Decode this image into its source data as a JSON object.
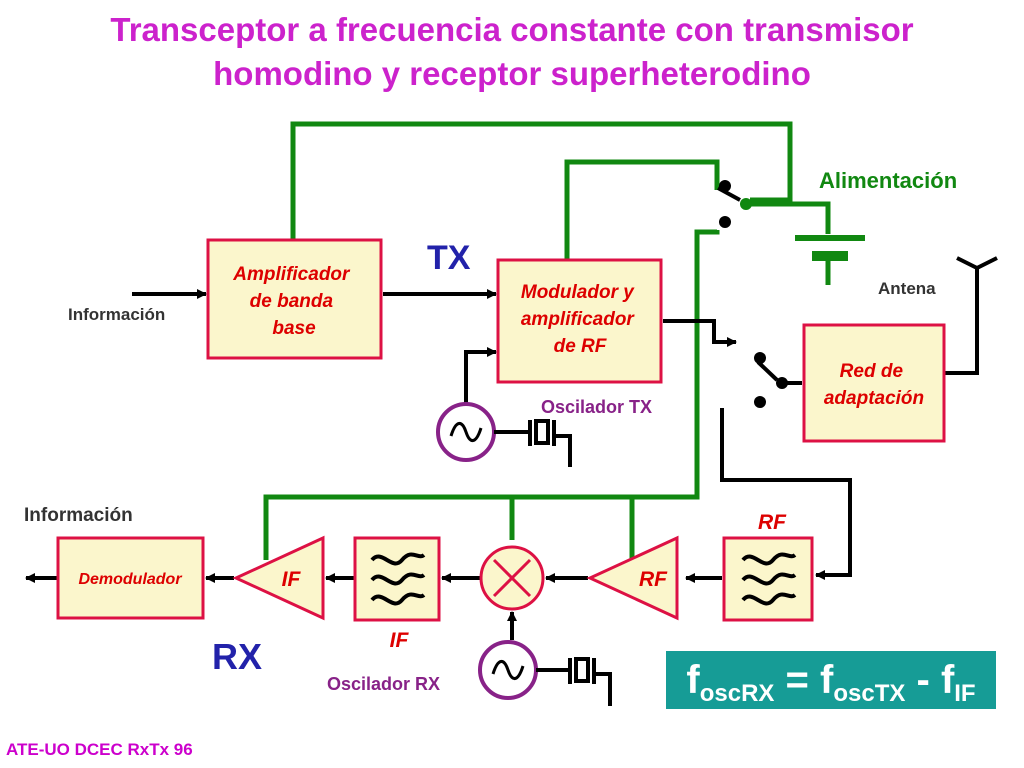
{
  "title": {
    "line1": "Transceptor a frecuencia constante con transmisor",
    "line2": "homodino y receptor superheterodino"
  },
  "tx": {
    "section_label": "TX",
    "input_label": "Información",
    "baseband_amp": [
      "Amplificador",
      "de banda",
      "base"
    ],
    "modulator": [
      "Modulador y",
      "amplificador",
      "de RF"
    ],
    "oscillator_label": "Oscilador TX"
  },
  "power_label": "Alimentación",
  "antenna_label": "Antena",
  "matching_network": [
    "Red de",
    "adaptación"
  ],
  "rx": {
    "section_label": "RX",
    "output_label": "Información",
    "demodulator": "Demodulador",
    "if_amp": "IF",
    "if_filter": "IF",
    "rf_amp": "RF",
    "rf_filter": "RF",
    "oscillator_label": "Oscilador RX"
  },
  "formula": {
    "f1": "f",
    "s1": "oscRX",
    "eq": " = ",
    "f2": "f",
    "s2": "oscTX",
    "minus": " - ",
    "f3": "f",
    "s3": "IF"
  },
  "footer": "ATE-UO DCEC RxTx 96",
  "colors": {
    "title": "#cc22cc",
    "block_fill": "#fbf6cc",
    "block_border": "#dd1144",
    "block_text": "#dd0000",
    "power_wire": "#118811",
    "signal_wire": "#000000",
    "oscillator_ring": "#882288",
    "tx_rx_label": "#2222aa",
    "purple_label": "#882288",
    "formula_bg": "#169c96"
  }
}
